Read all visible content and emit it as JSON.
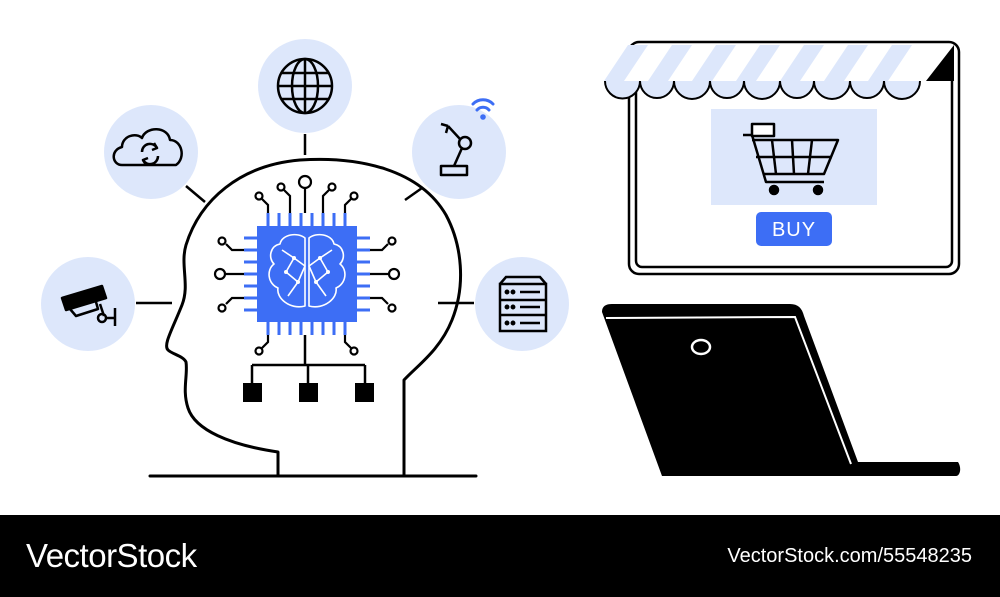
{
  "colors": {
    "accent": "#3d6ef5",
    "light_blue": "#dde7fb",
    "outline": "#000000",
    "footer_bg": "#000000"
  },
  "store": {
    "buy_label": "BUY"
  },
  "footer": {
    "brand": "VectorStock",
    "image_id": "VectorStock.com/55548235"
  },
  "icons": [
    "cctv-camera-icon",
    "cloud-sync-icon",
    "globe-icon",
    "robot-arm-wifi-icon",
    "server-rack-icon",
    "brain-chip-icon",
    "shopping-cart-icon",
    "laptop-icon"
  ]
}
